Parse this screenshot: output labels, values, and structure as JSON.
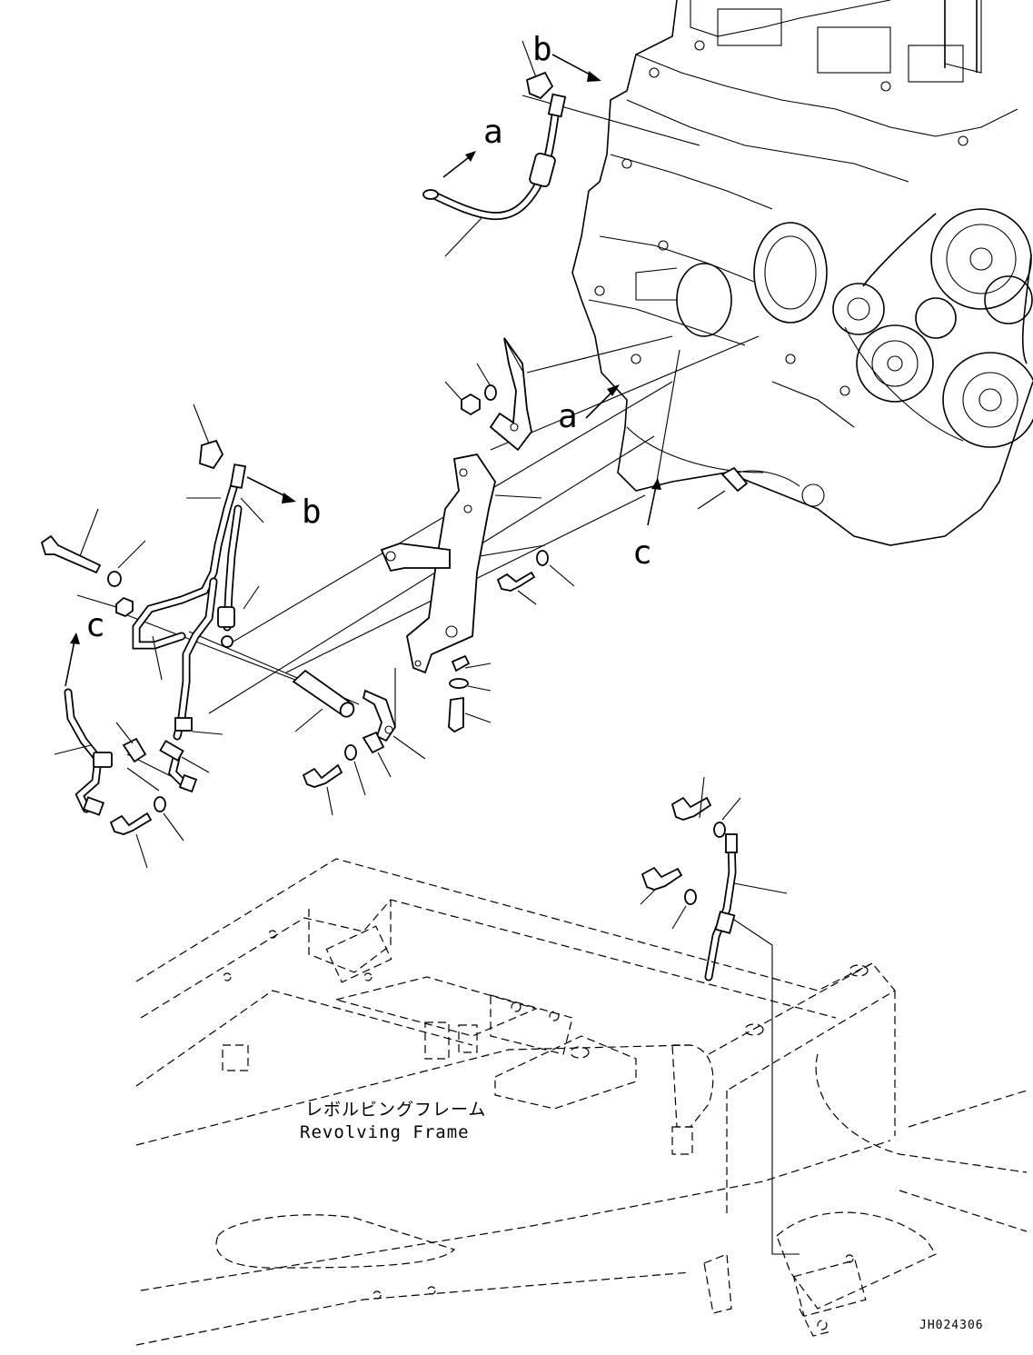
{
  "callouts": {
    "a_top": "a",
    "a_mid": "a",
    "b_top": "b",
    "b_mid": "b",
    "c_right": "c",
    "c_left": "c"
  },
  "frame_label": {
    "japanese": "レボルビングフレーム",
    "english": "Revolving Frame"
  },
  "drawing_code": "JH024306"
}
